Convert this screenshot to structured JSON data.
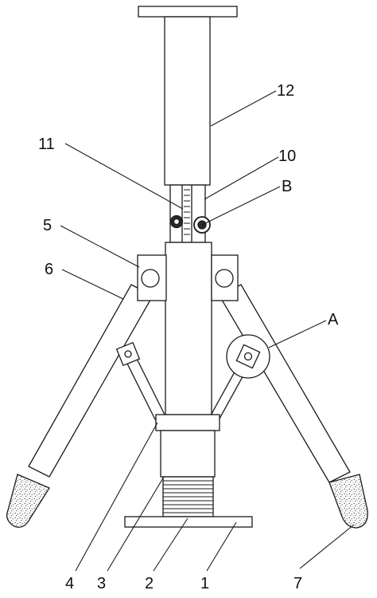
{
  "diagram": {
    "labels": {
      "part_1": "1",
      "part_2": "2",
      "part_3": "3",
      "part_4": "4",
      "part_5": "5",
      "part_6": "6",
      "part_7": "7",
      "part_10": "10",
      "part_11": "11",
      "part_12": "12",
      "detail_a": "A",
      "detail_b": "B"
    },
    "colors": {
      "line": "#1a1a1a",
      "fill": "#ffffff"
    }
  }
}
